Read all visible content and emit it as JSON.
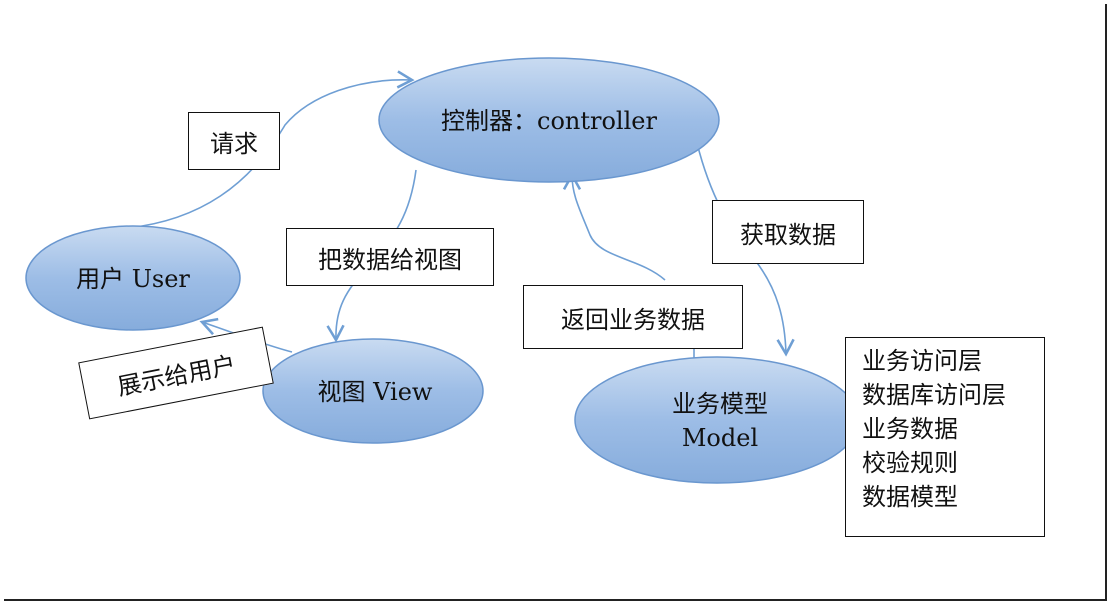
{
  "colors": {
    "ellipse_fill": "#8fb3e0",
    "ellipse_stroke": "#6a97cf",
    "arrow": "#6f9fd4",
    "text": "#111111"
  },
  "nodes": {
    "controller": {
      "label": "控制器：controller"
    },
    "user": {
      "label": "用户 User"
    },
    "view": {
      "label": "视图 View"
    },
    "model": {
      "line1": "业务模型",
      "line2": "Model"
    }
  },
  "edges": {
    "request": "请求",
    "data_to_view": "把数据给视图",
    "show_to_user": "展示给用户",
    "get_data": "获取数据",
    "return_data": "返回业务数据"
  },
  "model_layers": {
    "items": [
      "业务访问层",
      "数据库访问层",
      "业务数据",
      "校验规则",
      "数据模型"
    ]
  }
}
